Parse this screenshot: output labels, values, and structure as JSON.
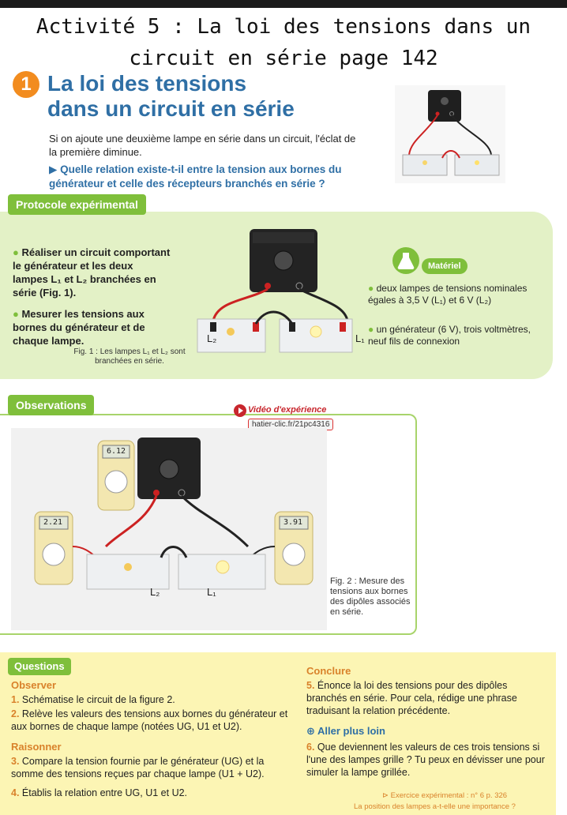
{
  "title": "Activité 5 : La loi des tensions dans un circuit en série page 142",
  "section1": {
    "number": "1",
    "heading_line1": "La loi des tensions",
    "heading_line2": "dans un circuit en série",
    "text": "Si on ajoute une deuxième lampe en série dans un circuit, l'éclat de la première diminue.",
    "question": "Quelle relation existe-t-il entre la tension aux bornes du générateur et celle des récepteurs branchés en série ?"
  },
  "protocol": {
    "tag": "Protocole expérimental",
    "item1": "Réaliser un circuit comportant le générateur et les deux lampes L₁ et L₂ branchées en série (Fig. 1).",
    "item2": "Mesurer les tensions aux bornes du générateur et de chaque lampe.",
    "fig1": "Fig. 1 : Les lampes L₁ et L₂ sont branchées en série.",
    "lamp_l2": "L₂",
    "lamp_l1": "L₁",
    "materiel_tag": "Matériel",
    "materiel_item1": "deux lampes de tensions nominales égales à 3,5 V (L₁) et 6 V (L₂)",
    "materiel_item2": "un générateur (6 V), trois voltmètres, neuf fils de connexion"
  },
  "observations": {
    "tag": "Observations",
    "video_label": "Vidéo d'expérience",
    "video_link": "hatier-clic.fr/21pc4316",
    "meter_top": "6.12",
    "meter_left": "2.21",
    "meter_right": "3.91",
    "lamp_l2": "L₂",
    "lamp_l1": "L₁",
    "fig2": "Fig. 2 : Mesure des tensions aux bornes des dipôles associés en série."
  },
  "questions": {
    "tag": "Questions",
    "observer": "Observer",
    "q1": "Schématise le circuit de la figure 2.",
    "q2": "Relève les valeurs des tensions aux bornes du générateur et aux bornes de chaque lampe (notées UG, U1 et U2).",
    "raisonner": "Raisonner",
    "q3": "Compare la tension fournie par le générateur (UG) et la somme des tensions reçues par chaque lampe (U1 + U2).",
    "q4": "Établis la relation entre UG, U1 et U2.",
    "conclure": "Conclure",
    "q5": "Énonce la loi des tensions pour des dipôles branchés en série. Pour cela, rédige une phrase traduisant la relation précédente.",
    "aller_plus_loin": "Aller plus loin",
    "q6": "Que deviennent les valeurs de ces trois tensions si l'une des lampes grille ? Tu peux en dévisser une pour simuler la lampe grillée.",
    "exercice": "Exercice expérimental : n° 6 p. 326",
    "exercice_sub": "La position des lampes a-t-elle une importance ?"
  },
  "colors": {
    "accent_blue": "#2f6fa5",
    "accent_orange": "#f28c1f",
    "green": "#7fbf3b",
    "light_green": "#e3f1c6",
    "yellow_bg": "#fcf5b4"
  }
}
